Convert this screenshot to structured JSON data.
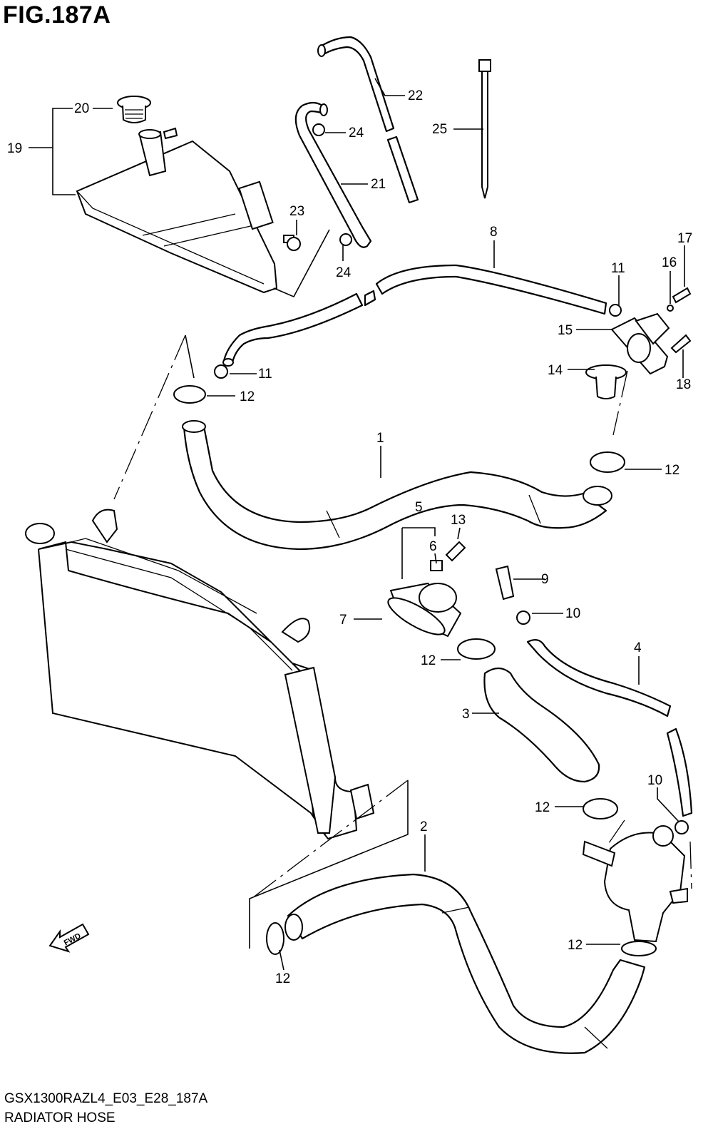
{
  "figure_title": "FIG.187A",
  "model_code": "GSX1300RAZL4_E03_E28_187A",
  "caption": "RADIATOR HOSE",
  "fwd_label": "FWD",
  "callouts": {
    "c1": "1",
    "c2": "2",
    "c3": "3",
    "c4": "4",
    "c5": "5",
    "c6": "6",
    "c7": "7",
    "c8": "8",
    "c9": "9",
    "c10a": "10",
    "c10b": "10",
    "c11a": "11",
    "c11b": "11",
    "c12a": "12",
    "c12b": "12",
    "c12c": "12",
    "c12d": "12",
    "c12e": "12",
    "c12f": "12",
    "c13": "13",
    "c14": "14",
    "c15": "15",
    "c16": "16",
    "c17": "17",
    "c18": "18",
    "c19": "19",
    "c20": "20",
    "c21": "21",
    "c22": "22",
    "c23": "23",
    "c24a": "24",
    "c24b": "24",
    "c25": "25"
  }
}
